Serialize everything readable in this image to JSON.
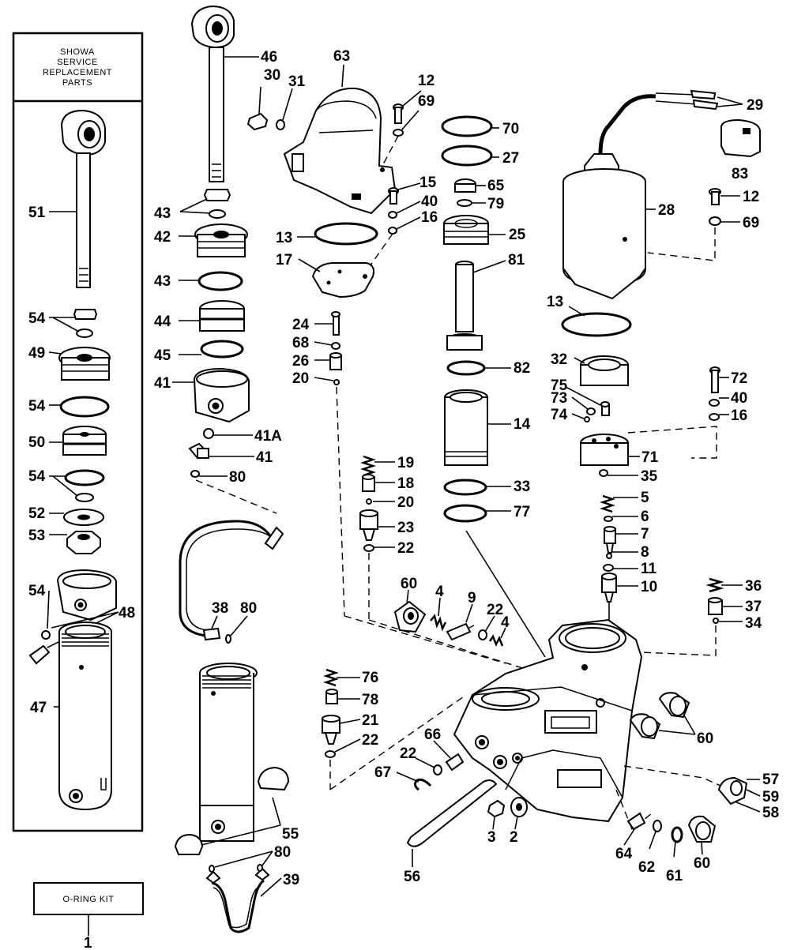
{
  "kit_box": {
    "line1": "SHOWA",
    "line2": "SERVICE",
    "line3": "REPLACEMENT",
    "line4": "PARTS"
  },
  "oring_kit": {
    "label": "O-RING KIT"
  },
  "part_numbers": [
    "1",
    "2",
    "3",
    "4",
    "5",
    "6",
    "7",
    "8",
    "9",
    "10",
    "11",
    "12",
    "13",
    "14",
    "15",
    "16",
    "17",
    "18",
    "19",
    "20",
    "21",
    "22",
    "23",
    "24",
    "25",
    "26",
    "27",
    "28",
    "29",
    "30",
    "31",
    "32",
    "33",
    "34",
    "35",
    "36",
    "37",
    "38",
    "39",
    "40",
    "41",
    "41A",
    "42",
    "43",
    "44",
    "45",
    "46",
    "47",
    "48",
    "49",
    "50",
    "51",
    "52",
    "53",
    "54",
    "55",
    "56",
    "57",
    "58",
    "59",
    "60",
    "61",
    "62",
    "63",
    "64",
    "65",
    "66",
    "67",
    "68",
    "69",
    "70",
    "71",
    "72",
    "73",
    "74",
    "75",
    "76",
    "77",
    "78",
    "79",
    "80",
    "81",
    "82",
    "83"
  ],
  "labels": {
    "p1": "1",
    "p2": "2",
    "p3": "3",
    "p4a": "4",
    "p4b": "4",
    "p5": "5",
    "p6": "6",
    "p7": "7",
    "p8": "8",
    "p9": "9",
    "p10": "10",
    "p11": "11",
    "p12a": "12",
    "p12b": "12",
    "p13a": "13",
    "p13b": "13",
    "p14": "14",
    "p15": "15",
    "p16a": "16",
    "p16b": "16",
    "p17": "17",
    "p18": "18",
    "p19": "19",
    "p20a": "20",
    "p20b": "20",
    "p21": "21",
    "p22a": "22",
    "p22b": "22",
    "p22c": "22",
    "p22d": "22",
    "p23": "23",
    "p24": "24",
    "p25": "25",
    "p26": "26",
    "p27": "27",
    "p28": "28",
    "p29": "29",
    "p30": "30",
    "p31": "31",
    "p32": "32",
    "p33": "33",
    "p34": "34",
    "p35": "35",
    "p36": "36",
    "p37": "37",
    "p38": "38",
    "p39": "39",
    "p40a": "40",
    "p40b": "40",
    "p41a": "41",
    "p41b": "41",
    "p41A": "41A",
    "p42": "42",
    "p43a": "43",
    "p43b": "43",
    "p44": "44",
    "p45": "45",
    "p46": "46",
    "p47": "47",
    "p48": "48",
    "p49": "49",
    "p50": "50",
    "p51": "51",
    "p52": "52",
    "p53": "53",
    "p54a": "54",
    "p54b": "54",
    "p54c": "54",
    "p54d": "54",
    "p55": "55",
    "p56": "56",
    "p57": "57",
    "p58": "58",
    "p59": "59",
    "p60a": "60",
    "p60b": "60",
    "p60c": "60",
    "p61": "61",
    "p62": "62",
    "p63": "63",
    "p64": "64",
    "p65": "65",
    "p66": "66",
    "p67": "67",
    "p68": "68",
    "p69a": "69",
    "p69b": "69",
    "p70": "70",
    "p71": "71",
    "p72": "72",
    "p73": "73",
    "p74": "74",
    "p75": "75",
    "p76": "76",
    "p77": "77",
    "p78": "78",
    "p79": "79",
    "p80a": "80",
    "p80b": "80",
    "p80c": "80",
    "p81": "81",
    "p82": "82",
    "p83": "83"
  }
}
